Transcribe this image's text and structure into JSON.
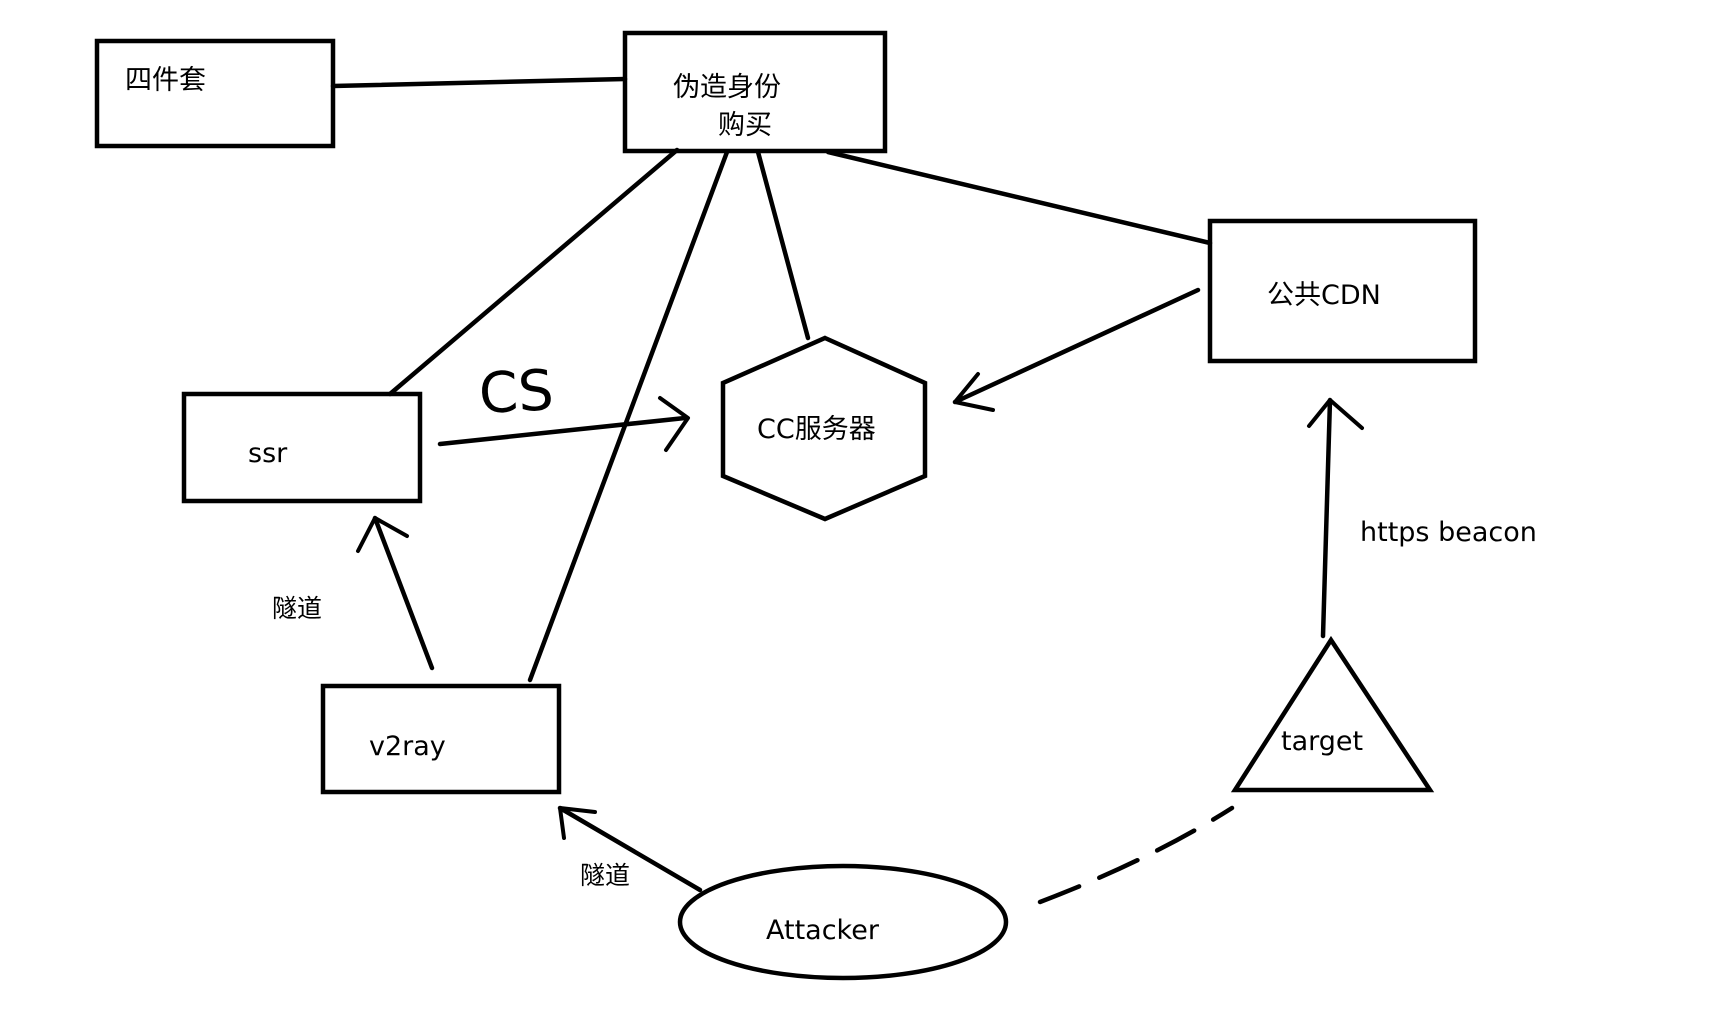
{
  "nodes": {
    "four_piece": {
      "label": "四件套"
    },
    "fake_identity": {
      "line1": "伪造身份",
      "line2": "购买"
    },
    "public_cdn": {
      "label": "公共CDN"
    },
    "ssr": {
      "label": "ssr"
    },
    "cc_server": {
      "label": "CC服务器"
    },
    "v2ray": {
      "label": "v2ray"
    },
    "target": {
      "label": "target"
    },
    "attacker": {
      "label": "Attacker"
    }
  },
  "edge_labels": {
    "tunnel_upper": "隧道",
    "tunnel_lower": "隧道",
    "https_beacon": "https beacon",
    "cs": "CS"
  },
  "colors": {
    "stroke": "#000000",
    "background": "#ffffff"
  }
}
